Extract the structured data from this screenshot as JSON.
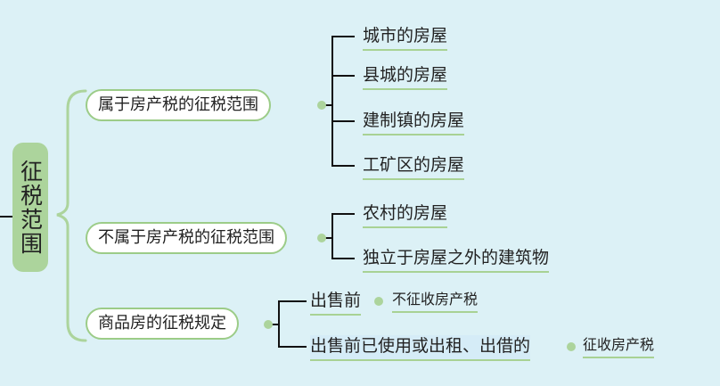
{
  "root": "征税范围",
  "branches": [
    {
      "label": "属于房产税的征税范围",
      "children": [
        "城市的房屋",
        "县城的房屋",
        "建制镇的房屋",
        "工矿区的房屋"
      ]
    },
    {
      "label": "不属于房产税的征税范围",
      "children": [
        "农村的房屋",
        "独立于房屋之外的建筑物"
      ]
    },
    {
      "label": "商品房的征税规定",
      "children": [
        {
          "label": "出售前",
          "result": "不征收房产税"
        },
        {
          "label": "出售前已使用或出租、出借的",
          "result": "征收房产税"
        }
      ]
    }
  ],
  "colors": {
    "background": "#dcf1f6",
    "accent_green": "#acd49c",
    "line_dark": "#111111"
  }
}
